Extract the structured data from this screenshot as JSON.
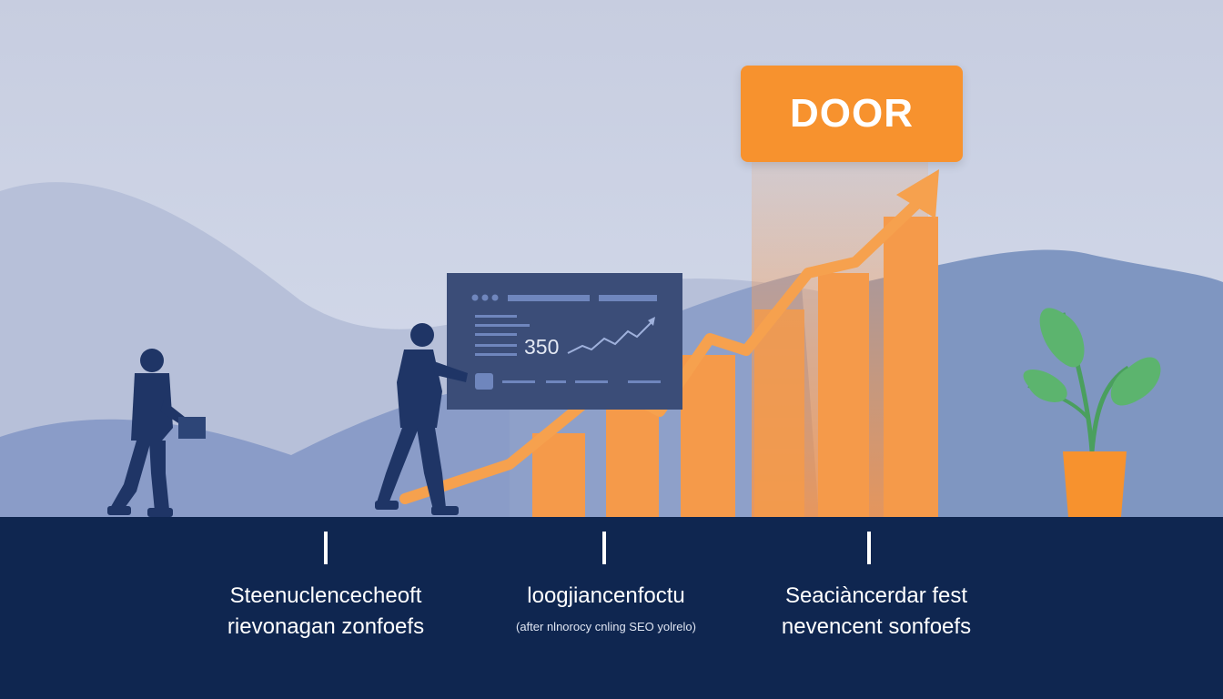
{
  "badge": {
    "label": "DOOR"
  },
  "dashboard": {
    "value": "350"
  },
  "columns": [
    {
      "line1": "Steenuclencecheoft",
      "line2": "rievonagan zonfoefs"
    },
    {
      "line1": "loogjiancenfoctu",
      "line2": "(after nlnorocy cnling SEO yolrelo)"
    },
    {
      "line1": "Seaciàncerdar fest",
      "line2": "nevencent sonfoefs"
    }
  ],
  "colors": {
    "navy": "#0f2650",
    "orange": "#f7922e",
    "bar_orange": "#f59a4a",
    "plant_green": "#5cb46e",
    "sky": "#c9d0e3",
    "silhouette": "#1f3566"
  },
  "icons": [
    "person-with-laptop-icon",
    "person-pointing-icon",
    "growth-arrow-icon",
    "potted-plant-icon",
    "dashboard-panel-icon"
  ]
}
